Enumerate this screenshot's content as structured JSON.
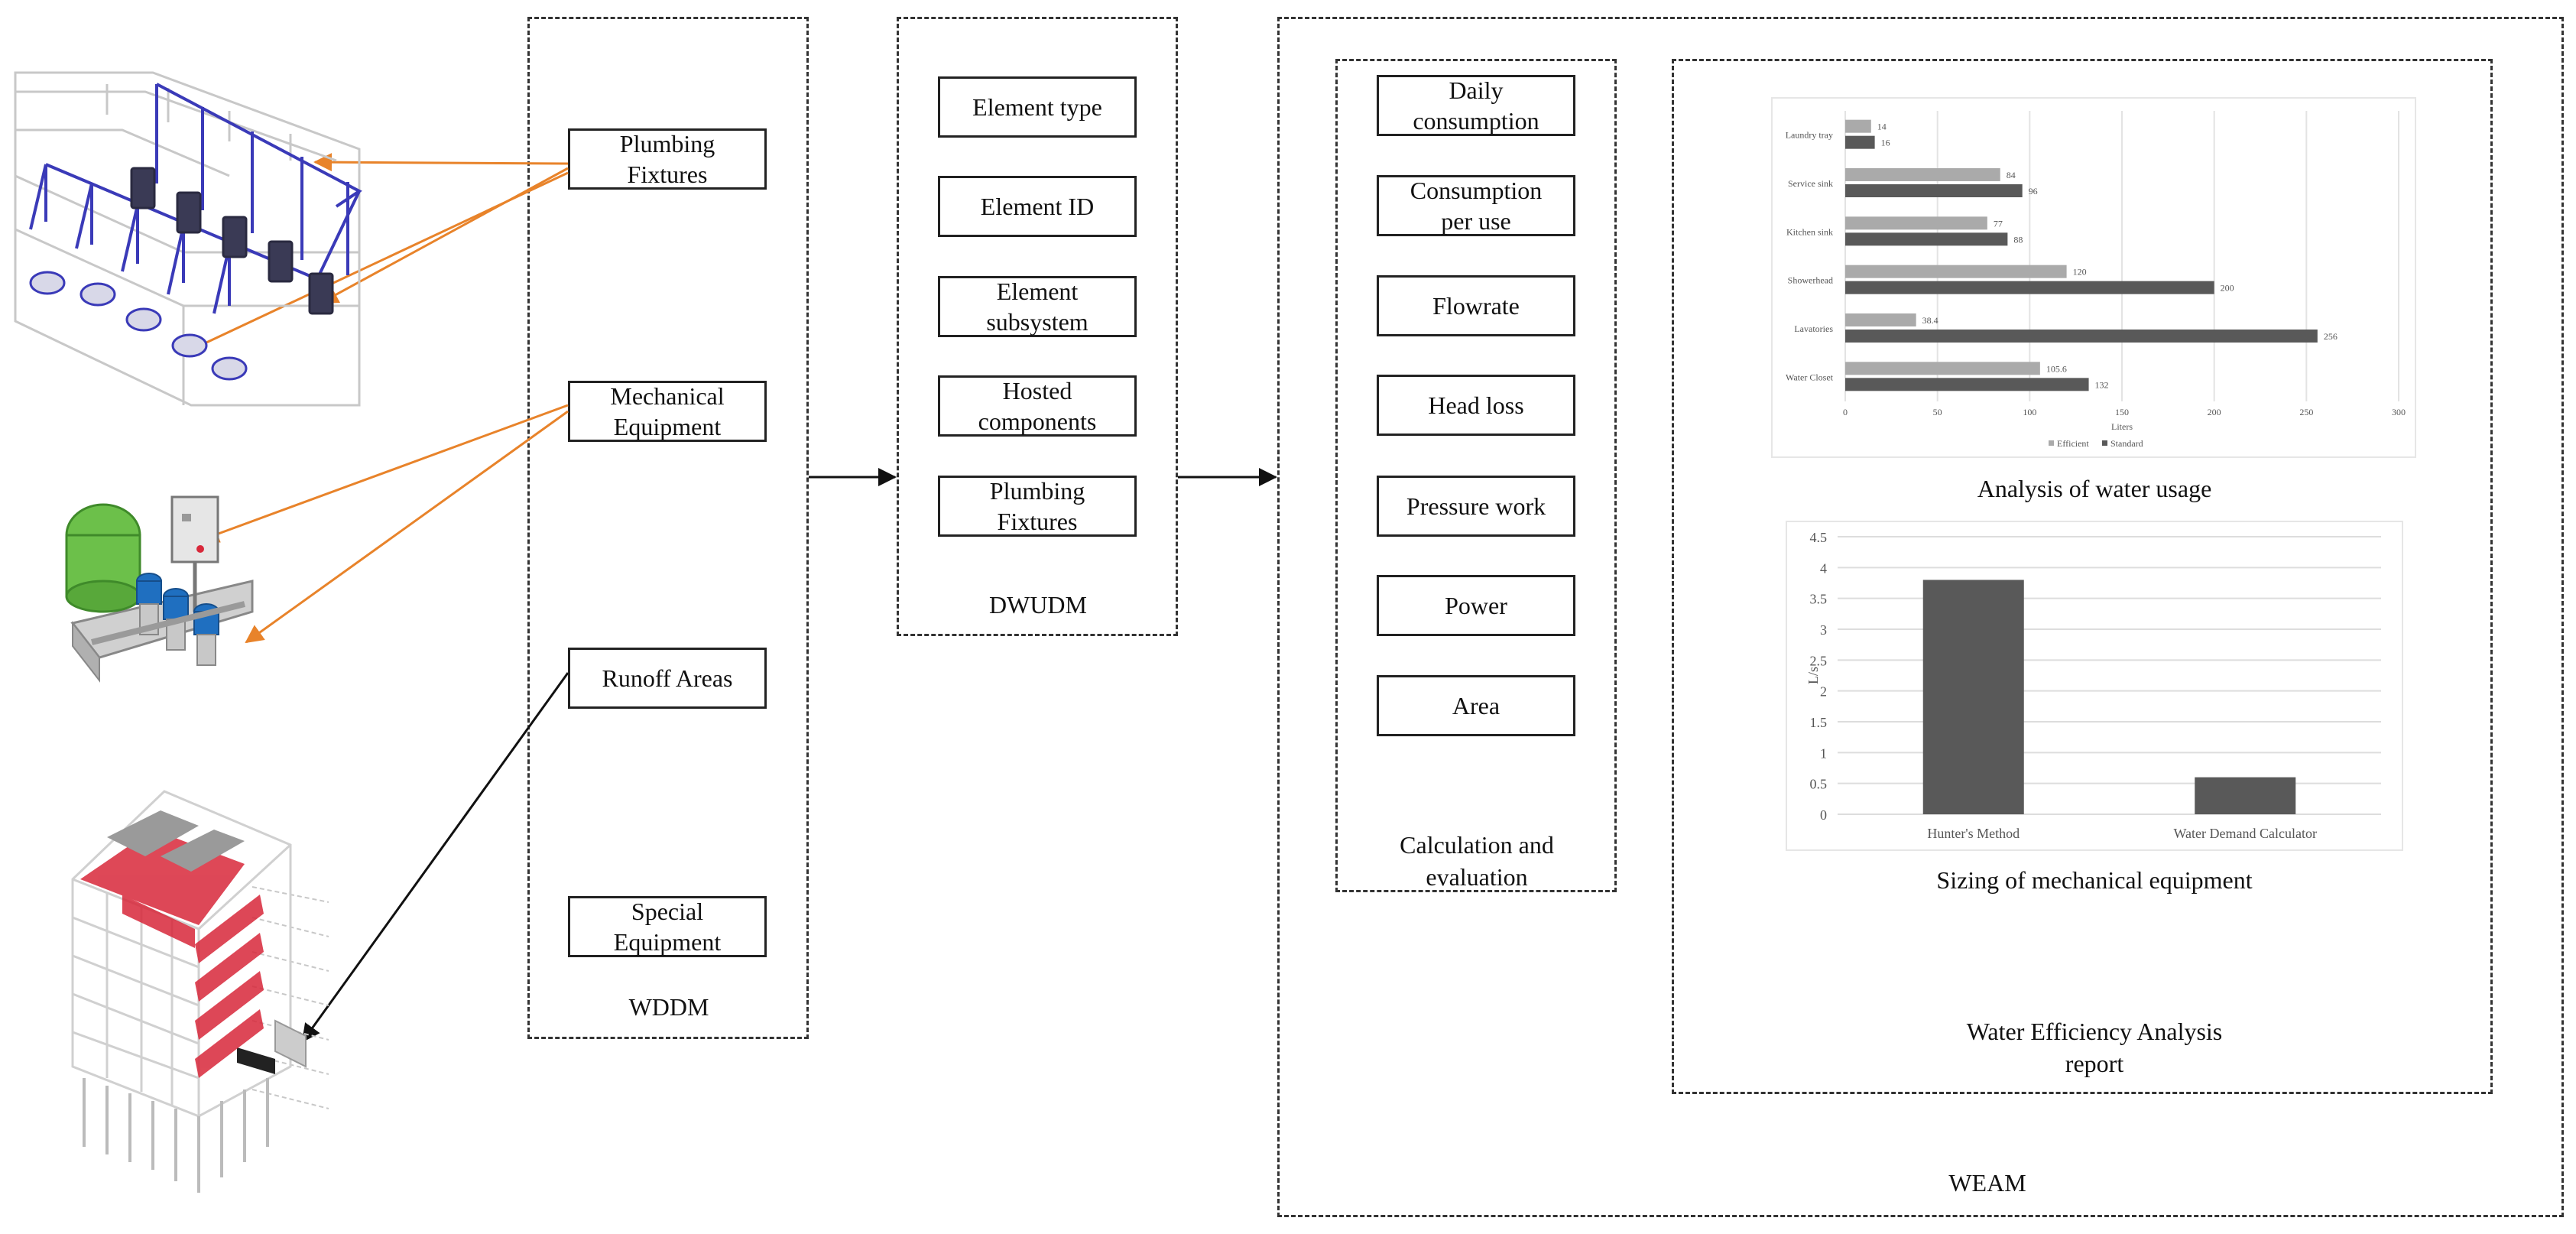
{
  "wddm": {
    "title": "WDDM",
    "items": [
      "Plumbing\nFixtures",
      "Mechanical\nEquipment",
      "Runoff Areas",
      "Special\nEquipment"
    ]
  },
  "dwudm": {
    "title": "DWUDM",
    "items": [
      "Element type",
      "Element ID",
      "Element\nsubsystem",
      "Hosted\ncomponents",
      "Plumbing\nFixtures"
    ]
  },
  "weam": {
    "title": "WEAM",
    "calc": {
      "title": "Calculation and\nevaluation",
      "items": [
        "Daily\nconsumption",
        "Consumption\nper use",
        "Flowrate",
        "Head loss",
        "Pressure work",
        "Power",
        "Area"
      ]
    },
    "report": {
      "title": "Water Efficiency Analysis\nreport",
      "chart1_caption": "Analysis of water usage",
      "chart2_caption": "Sizing of mechanical equipment"
    }
  },
  "colors": {
    "orange_arrow": "#e8832a",
    "efficient_bar": "#aaaaaa",
    "standard_bar": "#595959",
    "pipe_blue": "#3a3ab8",
    "tank_green": "#6cc04a",
    "pump_blue": "#1f6fc0",
    "roof_red": "#d8283a"
  },
  "chart_data": [
    {
      "type": "bar",
      "orientation": "horizontal",
      "categories": [
        "Laundry tray",
        "Service sink",
        "Kitchen sink",
        "Showerhead",
        "Lavatories",
        "Water Closet"
      ],
      "series": [
        {
          "name": "Efficient",
          "values": [
            14,
            84,
            77,
            120,
            38.4,
            105.6
          ]
        },
        {
          "name": "Standard",
          "values": [
            16,
            96,
            88,
            200,
            256,
            132
          ]
        }
      ],
      "value_labels": {
        "Efficient": [
          "14",
          "84",
          "77",
          "120",
          "38.4",
          "105.6"
        ],
        "Standard": [
          "16",
          "96",
          "88",
          "200",
          "256",
          "132"
        ]
      },
      "xlabel": "Liters",
      "xlim": [
        0,
        300
      ],
      "xticks": [
        "0",
        "50",
        "100",
        "150",
        "200",
        "250",
        "300"
      ],
      "legend": "bottom",
      "grid": true
    },
    {
      "type": "bar",
      "categories": [
        "Hunter's Method",
        "Water Demand Calculator"
      ],
      "values": [
        3.8,
        0.6
      ],
      "ylabel": "L/s",
      "ylim": [
        0,
        4.5
      ],
      "yticks": [
        "0",
        "0.5",
        "1",
        "1.5",
        "2",
        "2.5",
        "3",
        "3.5",
        "4",
        "4.5"
      ],
      "grid": true
    }
  ]
}
